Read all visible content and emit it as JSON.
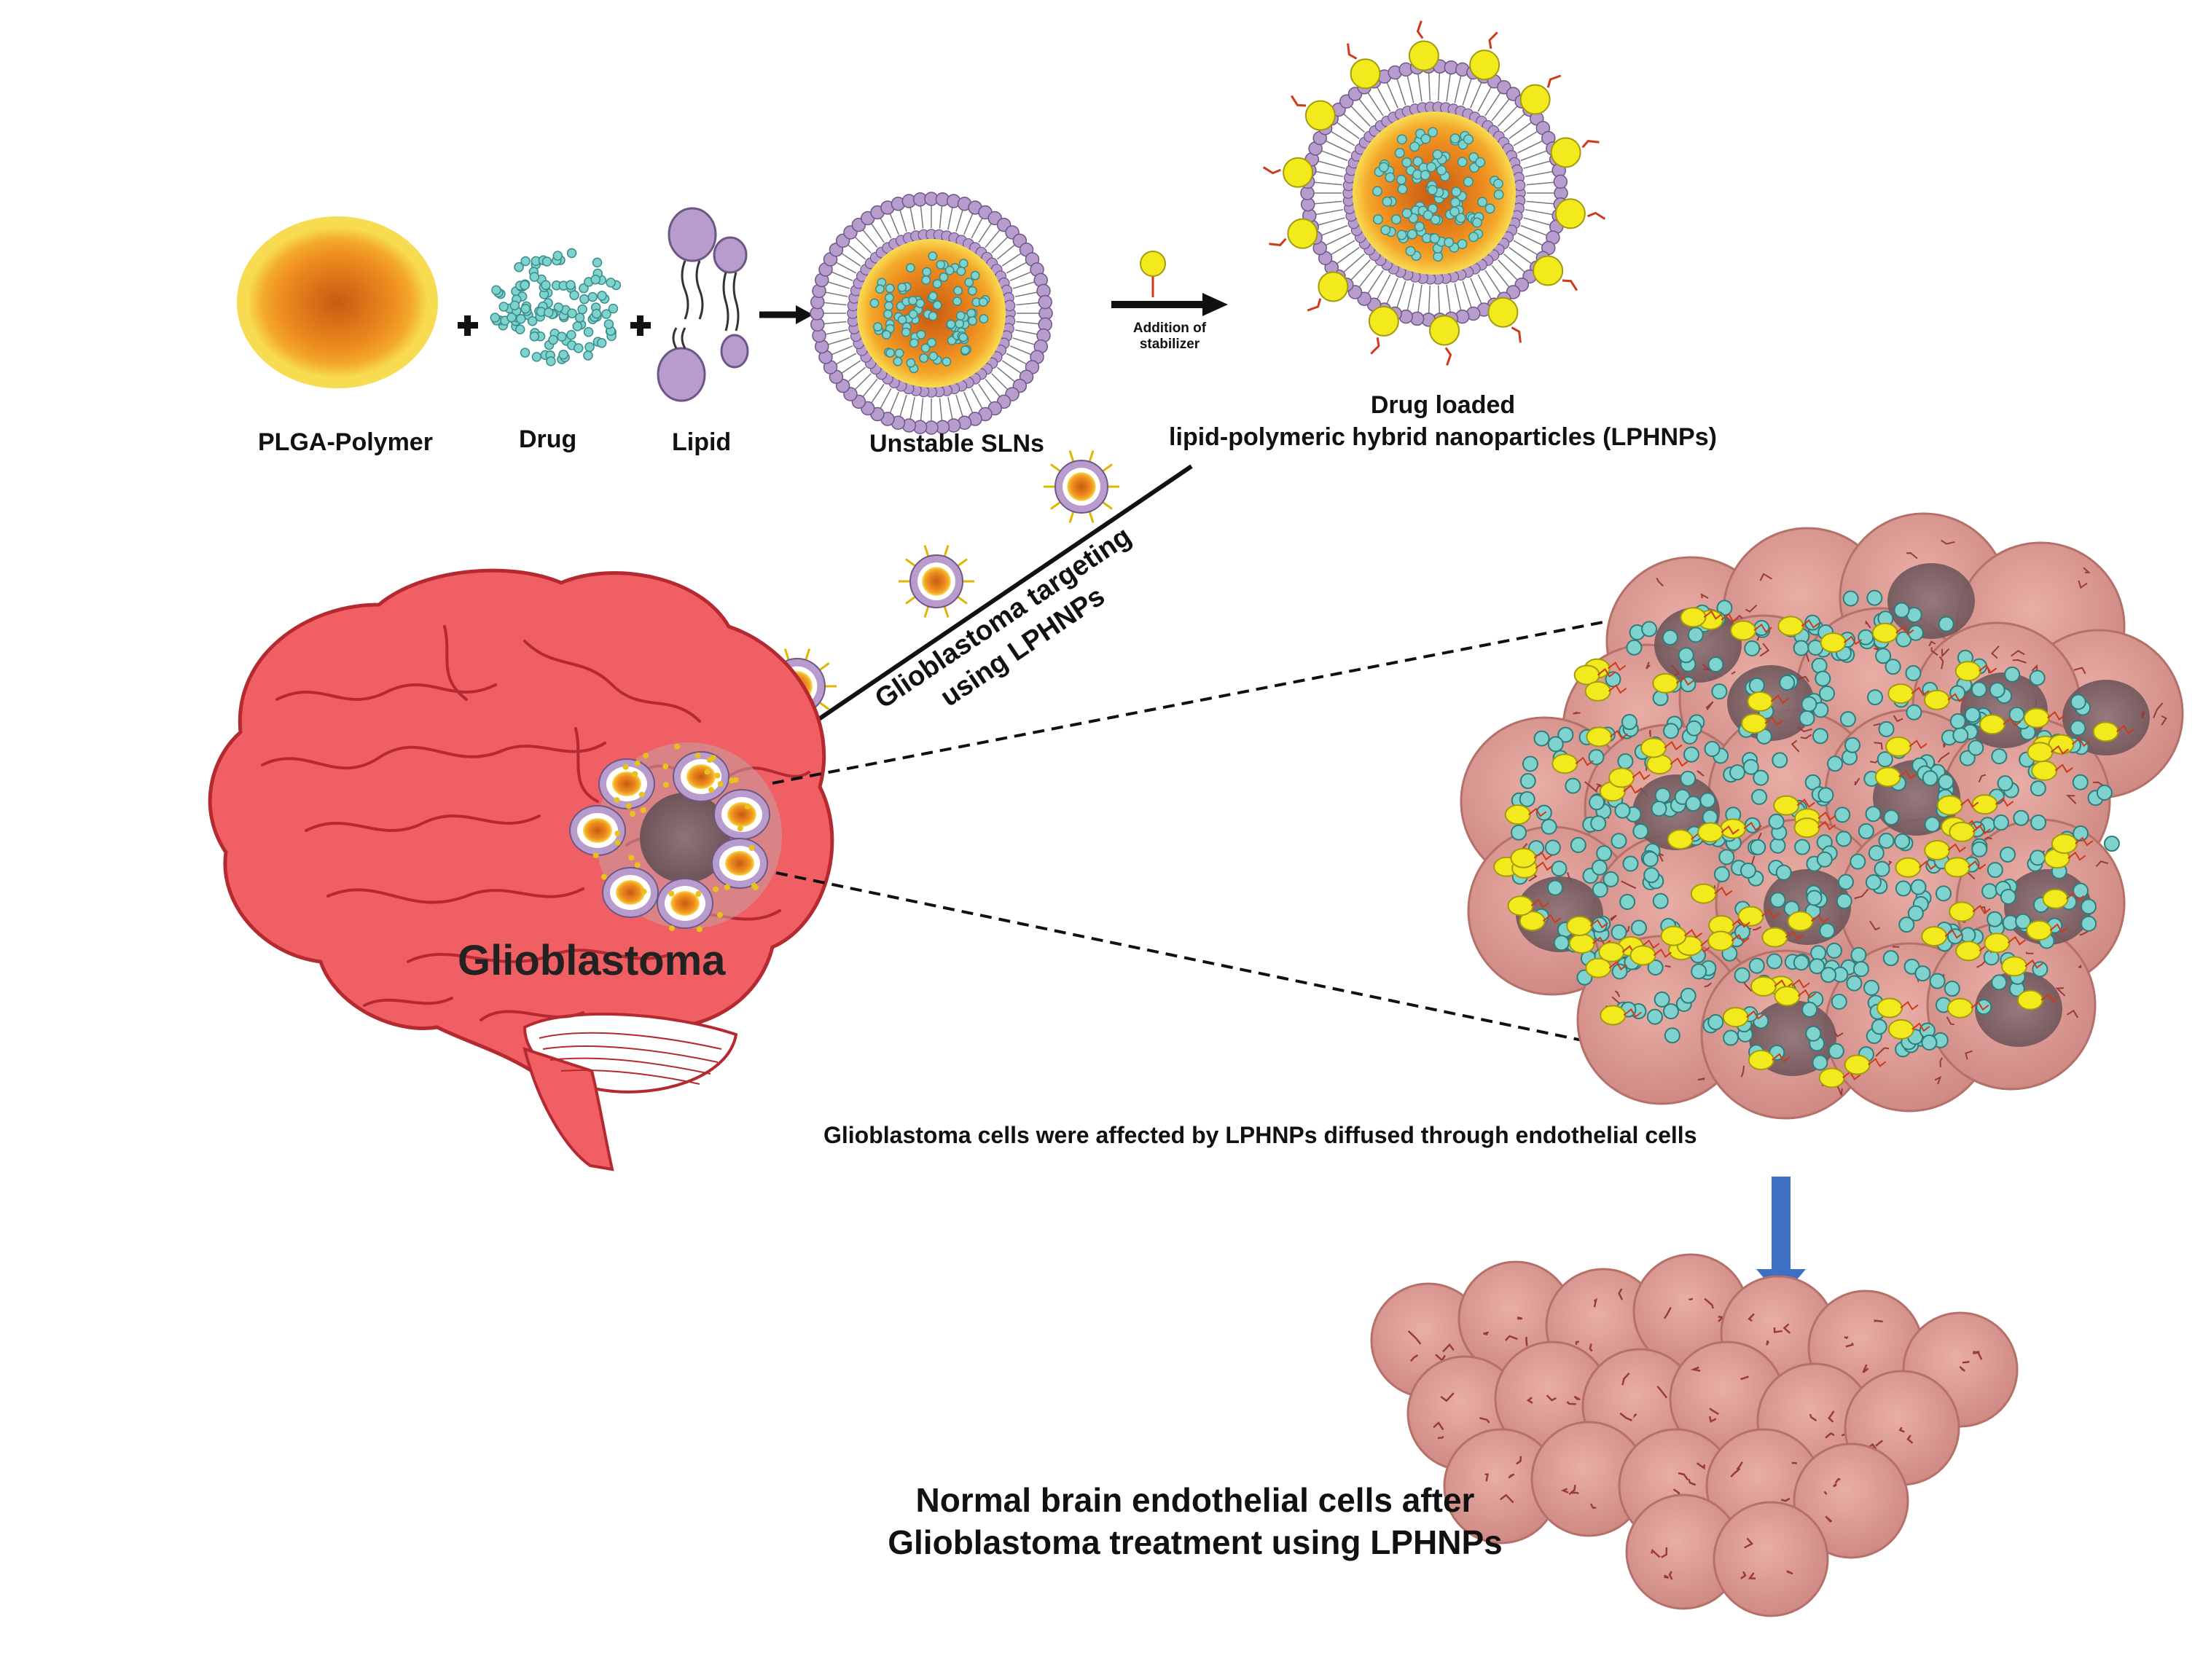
{
  "labels": {
    "plga": "PLGA-Polymer",
    "drug": "Drug",
    "lipid": "Lipid",
    "unstable_slns": "Unstable SLNs",
    "addition_line1": "Addition of",
    "addition_line2": "stabilizer",
    "lphnp_line1": "Drug loaded",
    "lphnp_line2": "lipid-polymeric hybrid nanoparticles (LPHNPs)",
    "targeting_line1": "Glioblastoma targeting",
    "targeting_line2": "using LPHNPs",
    "glioblastoma": "Glioblastoma",
    "affected": "Glioblastoma cells were affected by LPHNPs diffused through endothelial cells",
    "normal_line1": "Normal brain endothelial cells after",
    "normal_line2": "Glioblastoma treatment using LPHNPs"
  },
  "colors": {
    "polymer_core": "#e8821a",
    "polymer_rim": "#f5d35a",
    "drug": "#7fd3cf",
    "lipid": "#b79ccd",
    "stabilizer": "#f2ea1c",
    "brain": "#ef5f63",
    "tumor": "#8a6b70",
    "cell": "#e0a09a",
    "arrow_blue": "#3d6fc4"
  }
}
